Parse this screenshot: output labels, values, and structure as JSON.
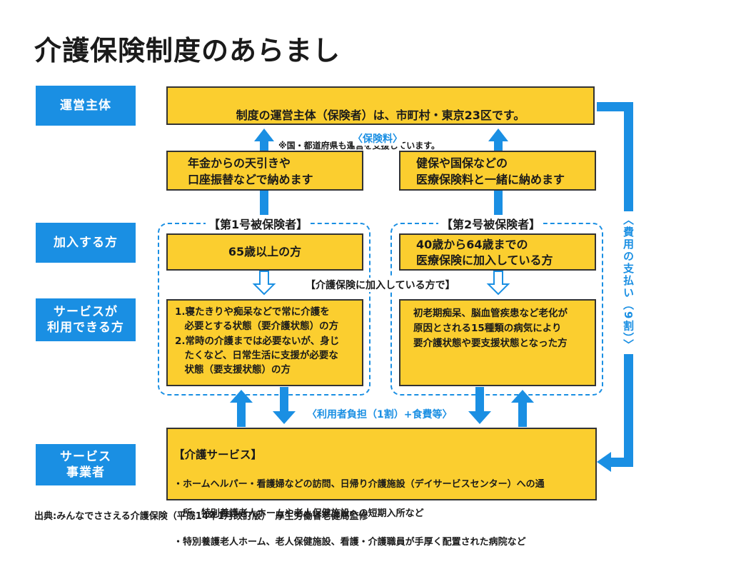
{
  "title": "介護保険制度のあらまし",
  "labels": {
    "operator": "運営主体",
    "member": "加入する方",
    "user": "サービスが\n利用できる方",
    "provider": "サービス\n事業者"
  },
  "top_box": {
    "main": "制度の運営主体（保険者）は、市町村・東京23区です。",
    "note": "※国・都道府県も運営を支援しています。"
  },
  "premium_label": "〈保険料〉",
  "pay_left": "年金からの天引きや\n口座振替などで納めます",
  "pay_right": "健保や国保などの\n医療保険料と一緒に納めます",
  "group1": {
    "header": "【第1号被保険者】",
    "who": "65歳以上の方",
    "eligible": "1.寝たきりや痴呆などで常に介護を\n　必要とする状態（要介護状態）の方\n2.常時の介護までは必要ないが、身じ\n　たくなど、日常生活に支援が必要な\n　状態（要支援状態）の方"
  },
  "group2": {
    "header": "【第2号被保険者】",
    "who": "40歳から64歳までの\n医療保険に加入している方",
    "eligible": "初老期痴呆、脳血管疾患など老化が\n原因とされる15種類の病気により\n要介護状態や要支援状態となった方"
  },
  "middle_note": "【介護保険に加入している方で】",
  "copay_label": "〈利用者負担（1割）+食費等〉",
  "cost_label": "〈費用の支払い（9割）〉",
  "service_box": {
    "heading": "【介護サービス】",
    "items": [
      "・ホームヘルパー・看護婦などの訪問、日帰り介護施設（デイサービスセンター）への通",
      "　所、特別養護老人ホームや老人保健施設への短期入所など",
      "・特別養護老人ホーム、老人保健施設、看護・介護職員が手厚く配置された病院など"
    ]
  },
  "source": "出典:みんなでささえる介護保険（平成14年1月改訂版）　厚生労働省老健局監修",
  "colors": {
    "accent_blue": "#1a8fe3",
    "box_yellow": "#fbce2f",
    "border_dark": "#333333"
  }
}
